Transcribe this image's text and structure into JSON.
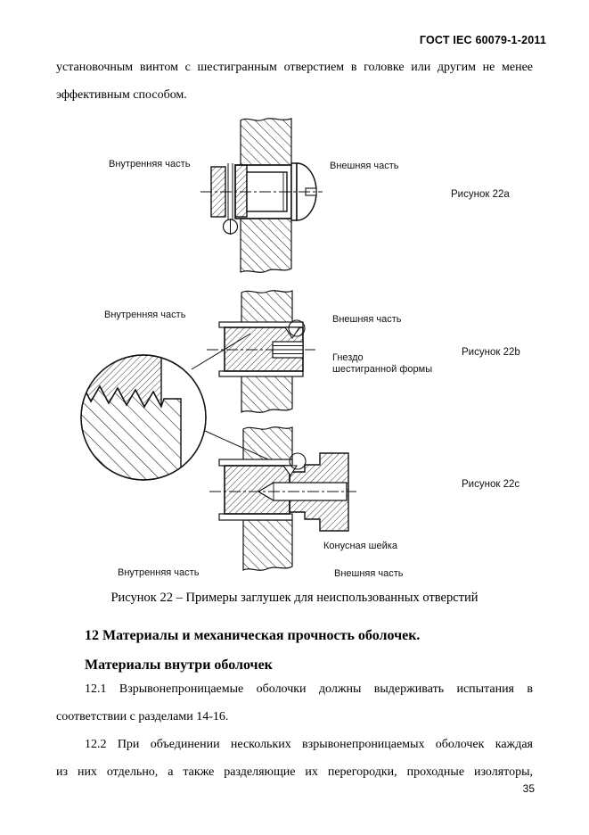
{
  "colors": {
    "ink": "#000000",
    "paper": "#ffffff"
  },
  "header": {
    "title": "ГОСТ IEC 60079-1-2011"
  },
  "intro": {
    "lines": [
      "установочным винтом с шестигранным отверстием в головке или другим не менее",
      "эффективным способом."
    ]
  },
  "figure": {
    "caption": "Рисунок 22 – Примеры заглушек для неиспользованных отверстий",
    "fig_a": {
      "label_inner": "Внутренняя часть",
      "label_outer": "Внешняя часть",
      "name": "Рисунок 22a"
    },
    "fig_b": {
      "label_inner": "Внутренняя часть",
      "label_outer": "Внешняя часть",
      "name": "Рисунок 22b",
      "socket_line1": "Гнездо",
      "socket_line2": "шестигранной формы"
    },
    "fig_c": {
      "name": "Рисунок 22c",
      "label_neck": "Конусная шейка",
      "label_inner": "Внутренняя часть",
      "label_outer": "Внешняя часть"
    }
  },
  "section": {
    "heading_line1": "12 Материалы и механическая прочность оболочек.",
    "heading_line2": "Материалы внутри оболочек"
  },
  "para_121": {
    "lines": [
      "12.1 Взрывонепроницаемые оболочки должны выдерживать испытания в",
      "соответствии с разделами 14-16."
    ]
  },
  "para_122": {
    "lines": [
      "12.2 При объединении нескольких взрывонепроницаемых оболочек каждая",
      "из них отдельно, а также разделяющие их перегородки, проходные изоляторы,"
    ]
  },
  "page_number": "35"
}
